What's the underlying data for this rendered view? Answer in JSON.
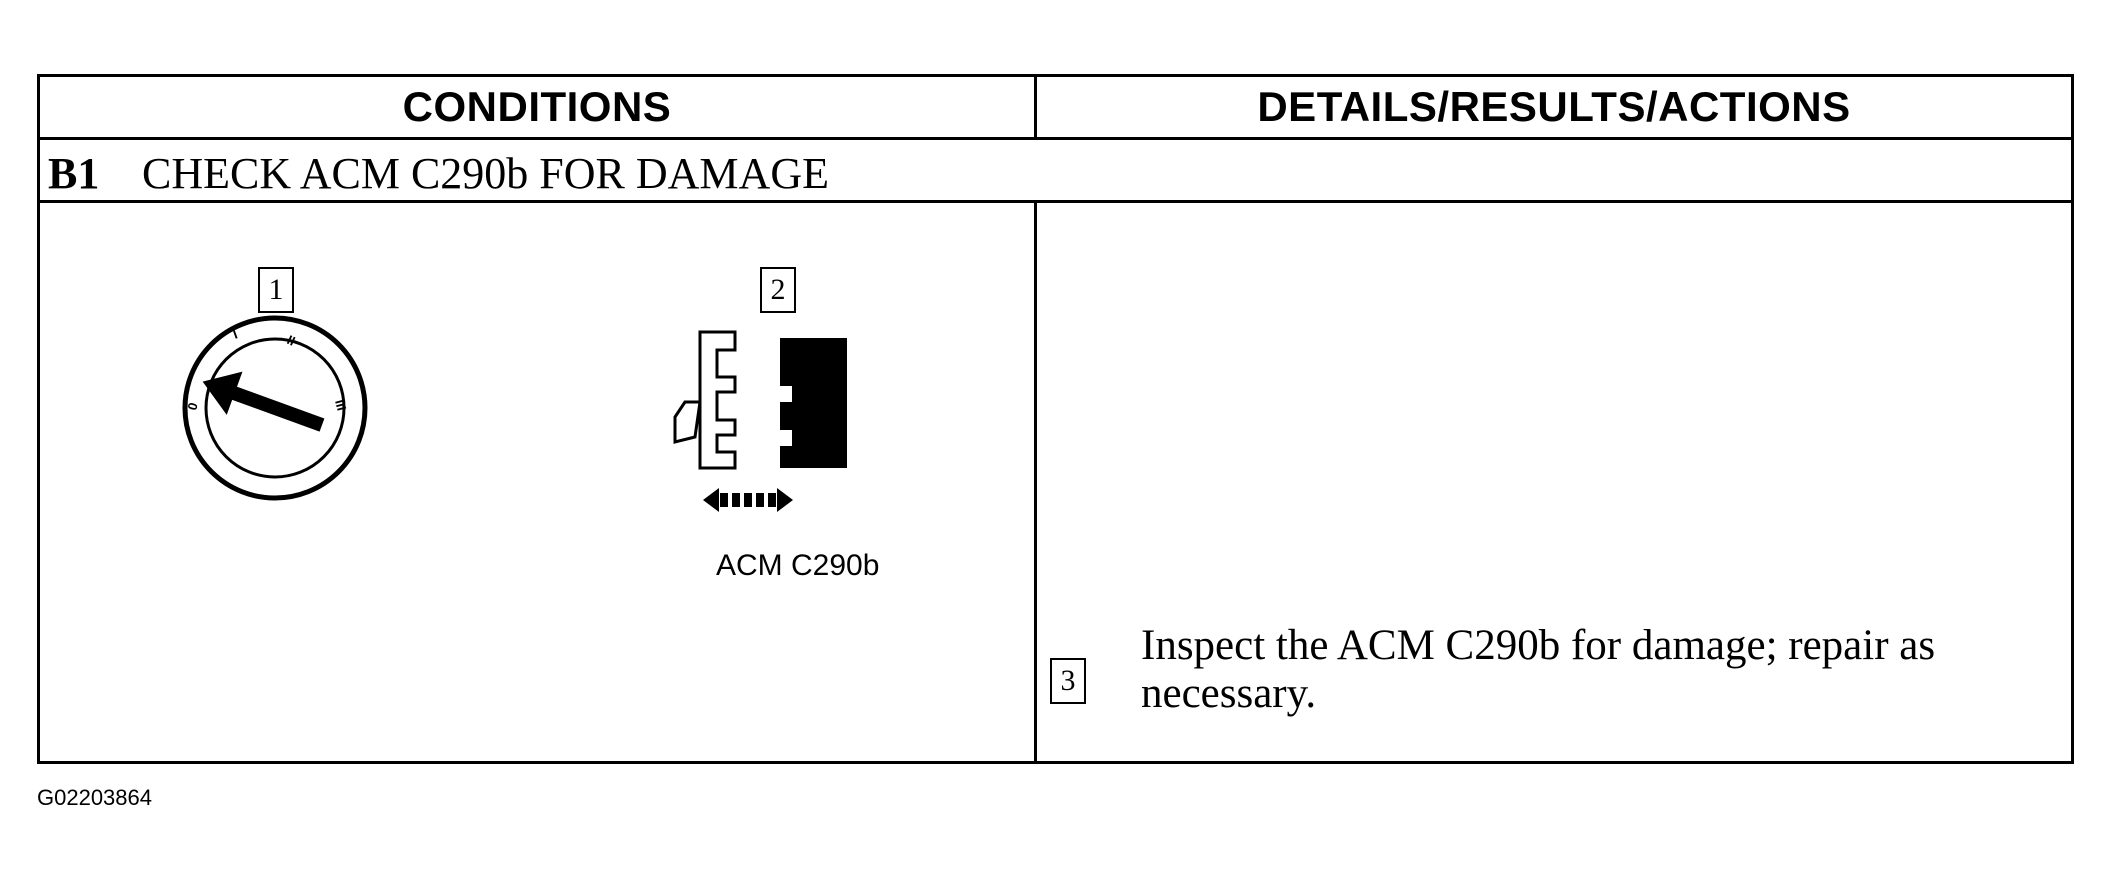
{
  "header": {
    "conditions_label": "CONDITIONS",
    "details_label": "DETAILS/RESULTS/ACTIONS"
  },
  "step": {
    "id": "B1",
    "title": "CHECK ACM C290b FOR DAMAGE"
  },
  "conditions": {
    "callout_1": "1",
    "callout_2": "2",
    "ignition_icon": "ignition-switch-off-icon",
    "ignition_marks": [
      "0",
      "I",
      "II",
      "III"
    ],
    "connector_icon": "connector-disconnect-icon",
    "connector_label": "ACM C290b"
  },
  "details": {
    "callout_3": "3",
    "action_text": "Inspect the ACM C290b for damage; repair as necessary."
  },
  "footer": {
    "figure_id": "G02203864"
  }
}
